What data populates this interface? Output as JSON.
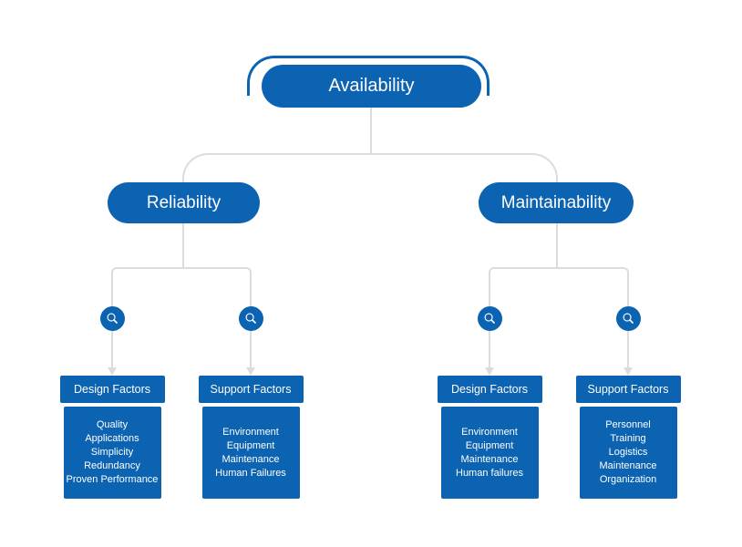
{
  "colors": {
    "primary": "#0b63b2",
    "connector": "#dcdcdc",
    "background": "#ffffff",
    "text_on_primary": "#ffffff"
  },
  "root": {
    "label": "Availability"
  },
  "icons": {
    "magnifier": "magnifier-icon"
  },
  "branches": [
    {
      "label": "Reliability",
      "groups": [
        {
          "header": "Design Factors",
          "items": [
            "Quality",
            "Applications",
            "Simplicity",
            "Redundancy",
            "Proven Performance"
          ]
        },
        {
          "header": "Support Factors",
          "items": [
            "Environment",
            "Equipment",
            "Maintenance",
            "Human Failures"
          ]
        }
      ]
    },
    {
      "label": "Maintainability",
      "groups": [
        {
          "header": "Design Factors",
          "items": [
            "Environment",
            "Equipment",
            "Maintenance",
            "Human failures"
          ]
        },
        {
          "header": "Support Factors",
          "items": [
            "Personnel",
            "Training",
            "Logistics",
            "Maintenance",
            "Organization"
          ]
        }
      ]
    }
  ]
}
